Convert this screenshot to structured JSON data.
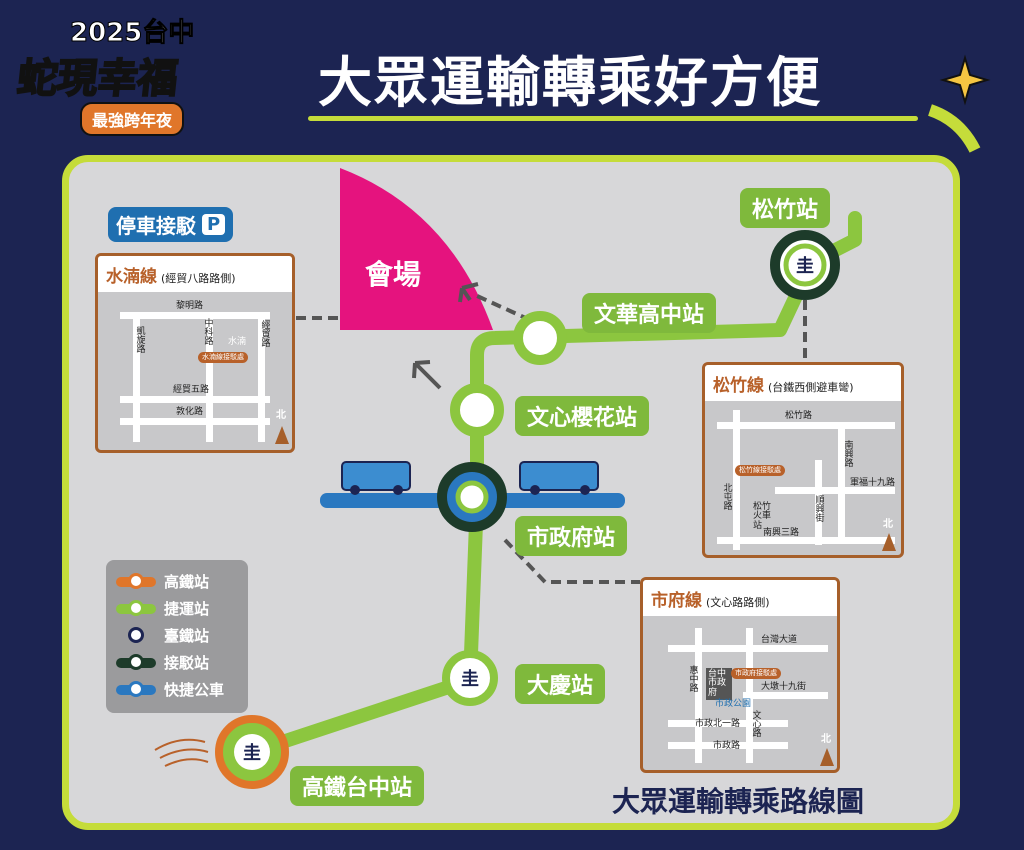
{
  "header": {
    "title": "大眾運輸轉乘好方便",
    "logo": {
      "year": "2025台中",
      "main": "蛇現幸福",
      "sub": "最強跨年夜"
    }
  },
  "venue": "會場",
  "parking_shuttle": {
    "label": "停車接駁",
    "icon": "P"
  },
  "stations": {
    "songzhu": "松竹站",
    "wenhua": "文華高中站",
    "wenxin": "文心櫻花站",
    "shizhengfu": "市政府站",
    "daqing": "大慶站",
    "hsr": "高鐵台中站"
  },
  "insets": {
    "shuinan": {
      "title": "水湳線",
      "subtitle": "(經貿八路路側)",
      "roads": [
        "黎明路",
        "凱旋路",
        "中科路",
        "經貿路",
        "經貿五路",
        "敦化路"
      ],
      "place": "水湳",
      "stop": "水湳線接駁處",
      "north": "北"
    },
    "songzhu": {
      "title": "松竹線",
      "subtitle": "(台鐵西側避車彎)",
      "roads": [
        "松竹路",
        "南興路",
        "北屯路",
        "軍福十九路",
        "順興街",
        "南興三路"
      ],
      "place": "松竹火車站",
      "stop": "松竹線接駁處",
      "north": "北"
    },
    "shifu": {
      "title": "市府線",
      "subtitle": "(文心路路側)",
      "roads": [
        "台灣大道",
        "惠中路",
        "大墩十九街",
        "文心路",
        "市政北一路",
        "市政路"
      ],
      "place": "台中市政府",
      "park": "市政公園",
      "stop": "市政府接駁處",
      "north": "北"
    }
  },
  "legend": [
    {
      "label": "高鐵站",
      "color": "#e0762a"
    },
    {
      "label": "捷運站",
      "color": "#8cc63f"
    },
    {
      "label": "臺鐵站",
      "color": "#1c2452"
    },
    {
      "label": "接駁站",
      "color": "#1d3b2a"
    },
    {
      "label": "快捷公車",
      "color": "#2a78c0"
    }
  ],
  "footer": "大眾運輸轉乘路線圖"
}
